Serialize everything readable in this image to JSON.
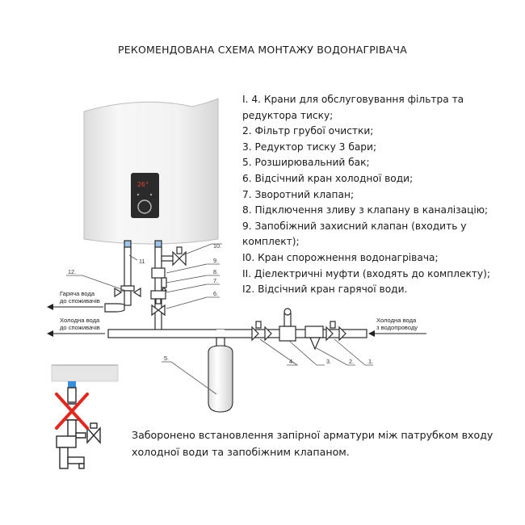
{
  "title": "РЕКОМЕНДОВАНА СХЕМА МОНТАЖУ ВОДОНАГРІВАЧА",
  "legend": [
    "I. 4. Крани для обслуговування фільтра та редуктора тиску;",
    "2. Фільтр грубої очистки;",
    "3. Редуктор тиску 3 бари;",
    "5. Розширювальний бак;",
    "6. Відсічний кран холодної води;",
    "7. Зворотний клапан;",
    "8. Підключення зливу з клапану в каналізацію;",
    "9. Запобіжний захисний клапан (входить у комплект);",
    "I0. Кран спорожнення водонагрівача;",
    "II. Діелектричні муфти (входять до комплекту);",
    "I2. Відсічний кран гарячої води."
  ],
  "display_temp": "26°",
  "arrows": {
    "hot_line1": "Гаряча вода",
    "hot_line2": "до споживачів",
    "cold_out_line1": "Холодна вода",
    "cold_out_line2": "до споживачів",
    "cold_in_line1": "Холодна вода",
    "cold_in_line2": "з водопроводу"
  },
  "callouts": {
    "n1": "1.",
    "n2": "2.",
    "n3": "3.",
    "n4": "4.",
    "n5": "5.",
    "n6": "6.",
    "n7": "7.",
    "n8": "8.",
    "n9": "9.",
    "n10": "10.",
    "n11": "11",
    "n12": "12."
  },
  "warning": "Заборонено встановлення запірної арматури між патрубком входу холодної води та запобіжним клапаном.",
  "colors": {
    "forbid_x": "#e0281e",
    "arrow_blue": "#3a8fd8",
    "pipe": "#ffffff",
    "stroke": "#2a2a2a"
  }
}
